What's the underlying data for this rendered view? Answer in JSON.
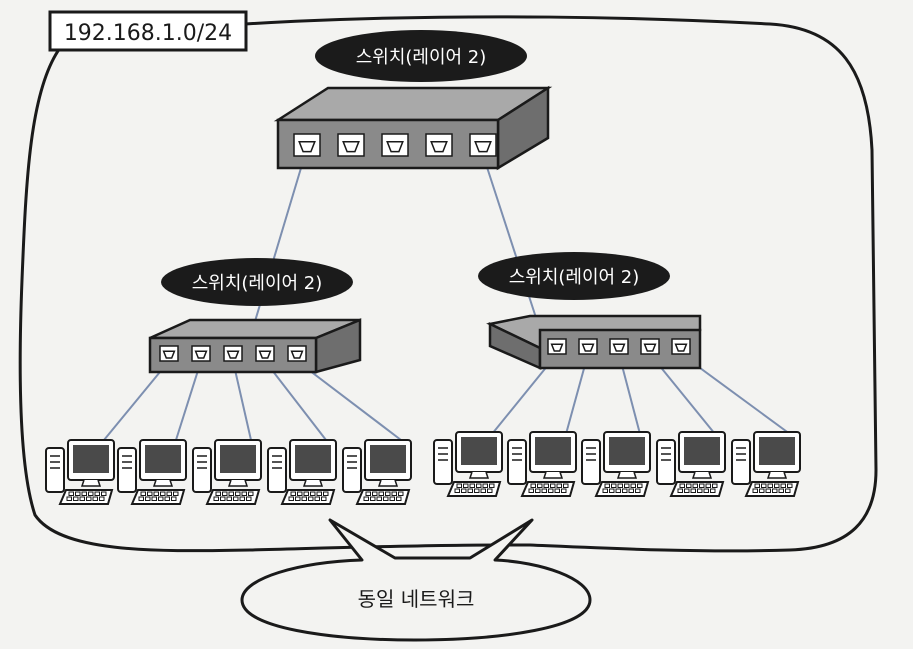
{
  "subnet_label": "192.168.1.0/24",
  "switches": {
    "core": {
      "label": "스위치(레이어 2)",
      "port_count": 5
    },
    "left": {
      "label": "스위치(레이어 2)",
      "port_count": 5
    },
    "right": {
      "label": "스위치(레이어 2)",
      "port_count": 5
    }
  },
  "hosts": {
    "left_group_count": 5,
    "right_group_count": 5
  },
  "callout": {
    "text": "동일 네트워크"
  },
  "colors": {
    "link": "#7d8fb0",
    "switch_front": "#8a8a8a",
    "switch_top": "#a9a9a9",
    "label_pill": "#1b1b1b",
    "outline": "#1a1a1a"
  }
}
